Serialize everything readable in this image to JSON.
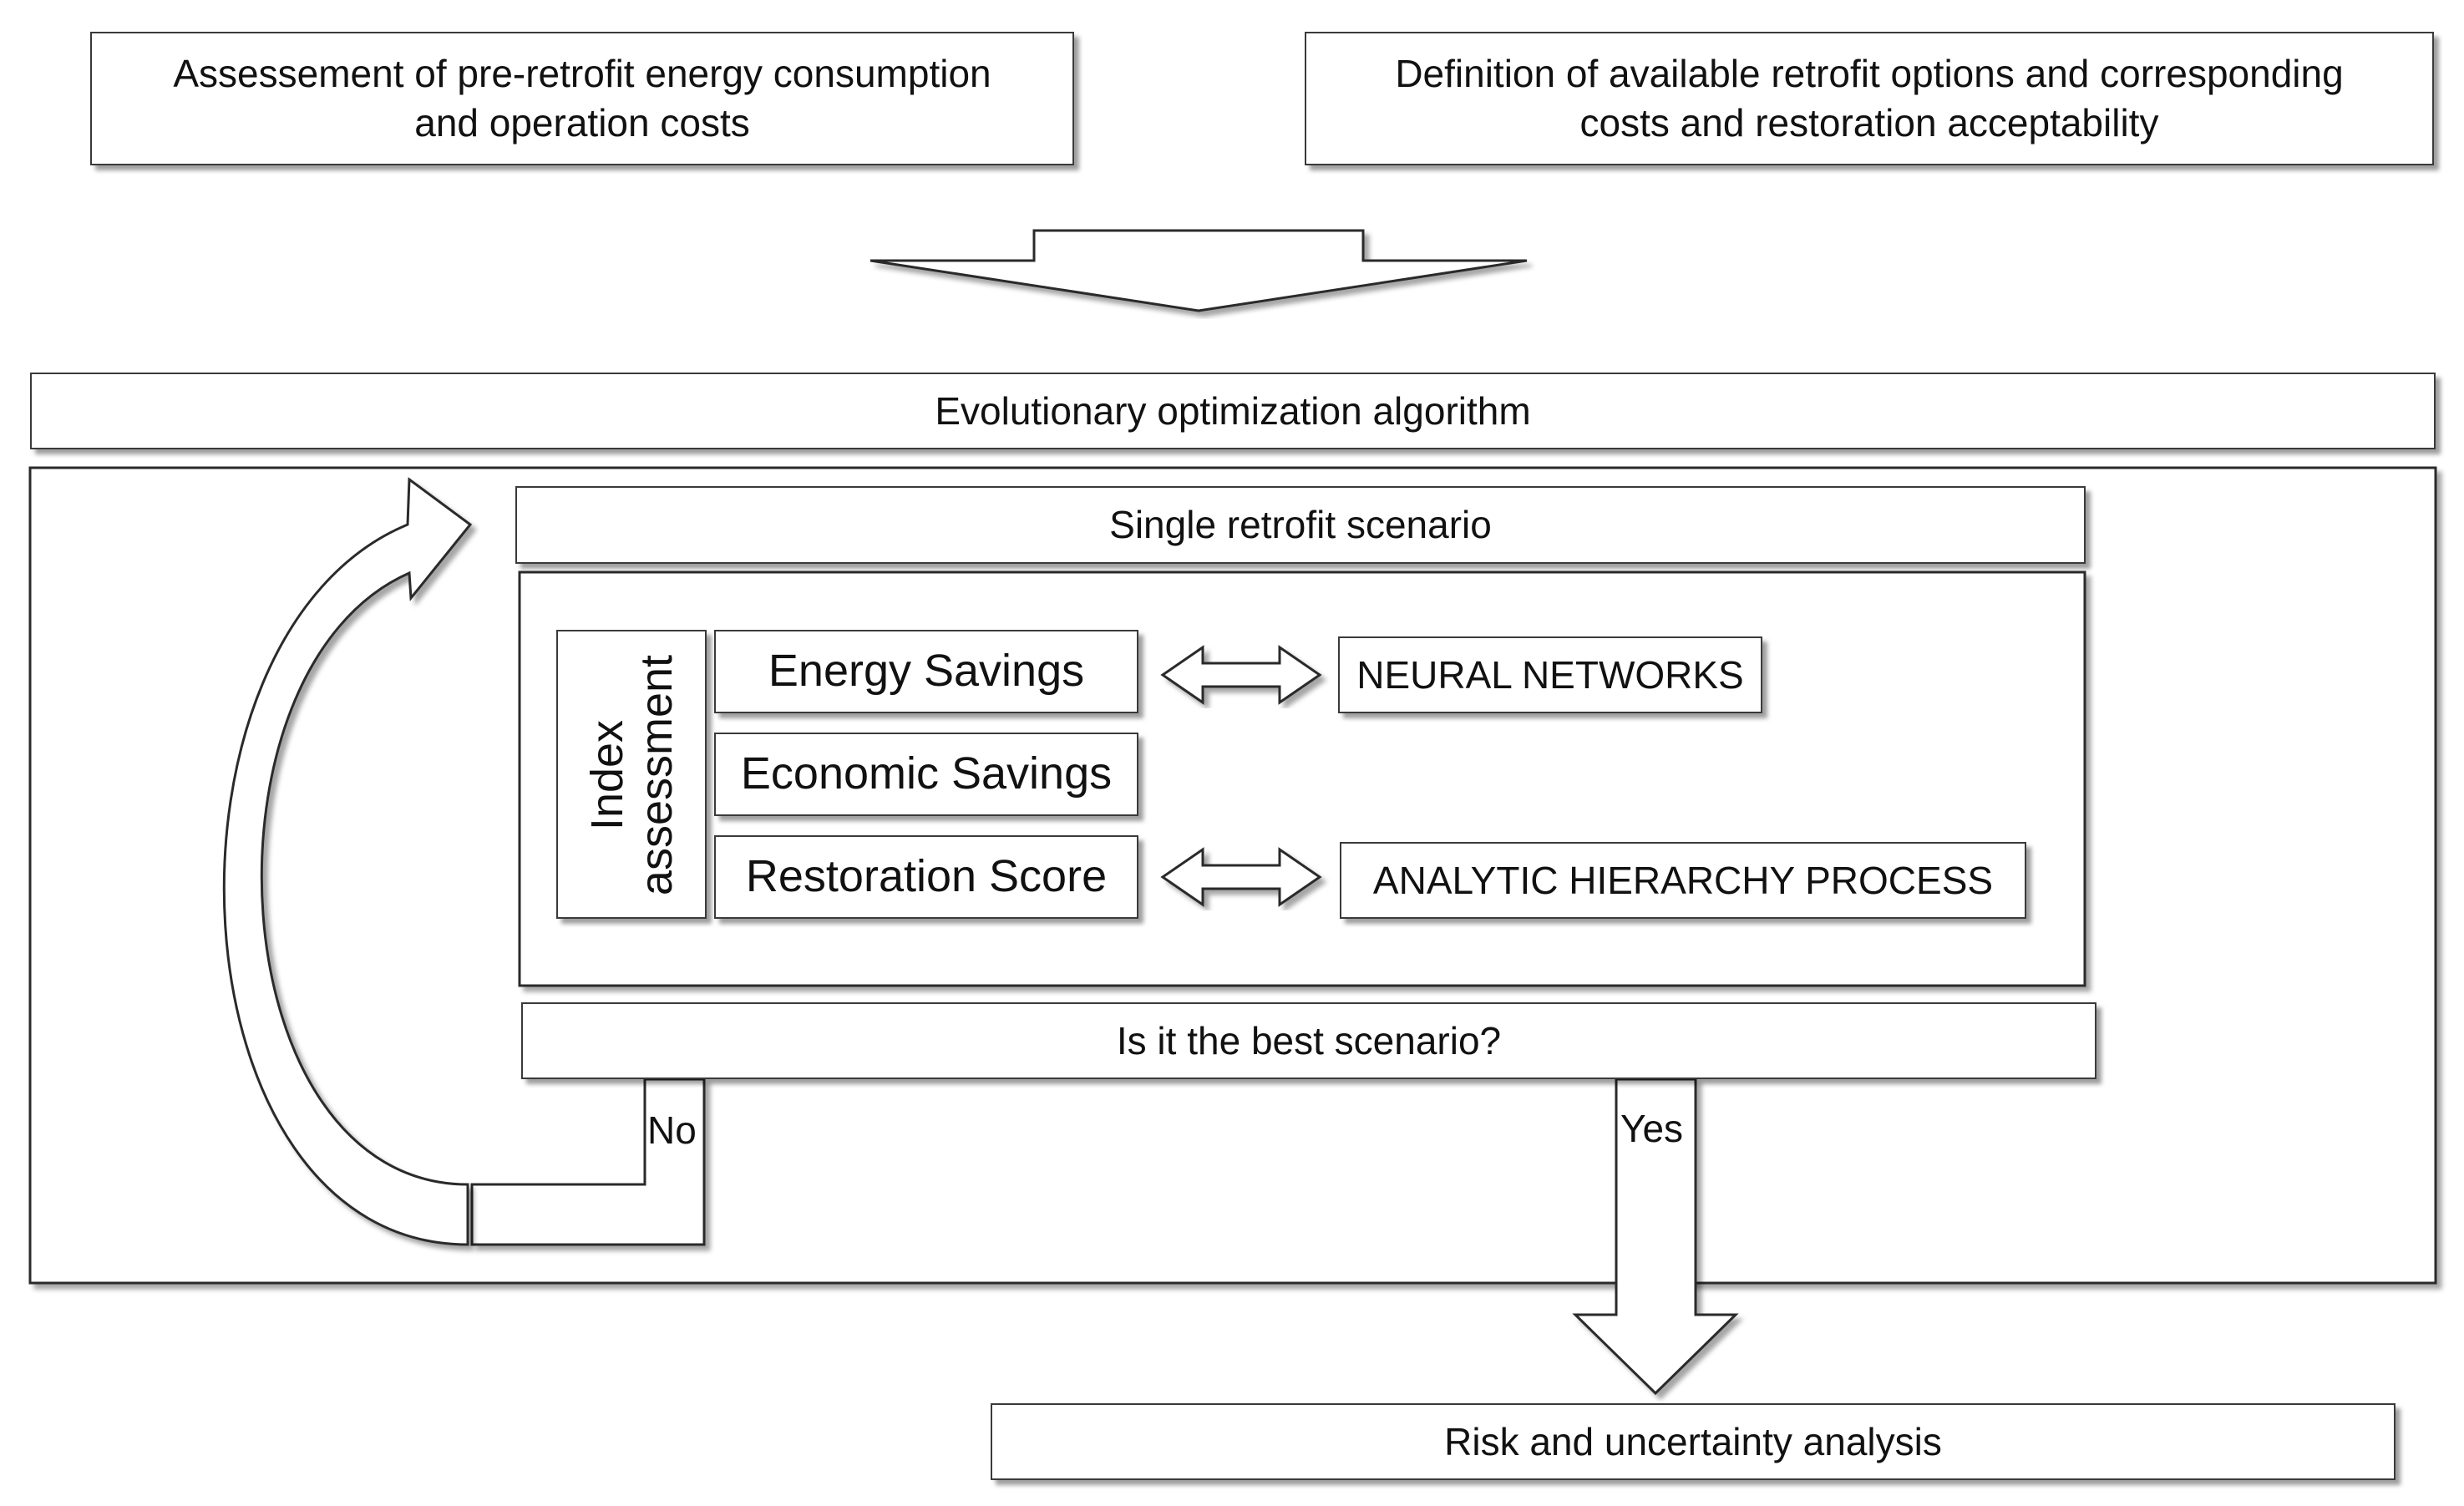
{
  "top_boxes": {
    "pre_retrofit": "Assessement of pre-retrofit energy consumption\nand operation costs",
    "retrofit_options": "Definition of available retrofit options and corresponding\ncosts and  restoration acceptability"
  },
  "algorithm_box": "Evolutionary optimization algorithm",
  "scenario_box": "Single retrofit scenario",
  "index_assessment": {
    "label": "Index\nassessment",
    "energy_savings": "Energy Savings",
    "economic_savings": "Economic Savings",
    "restoration_score": "Restoration Score"
  },
  "methods": {
    "neural_networks": "NEURAL NETWORKS",
    "ahp": "ANALYTIC HIERARCHY PROCESS"
  },
  "decision_box": "Is it the best scenario?",
  "branches": {
    "no": "No",
    "yes": "Yes"
  },
  "final_box": "Risk and uncertainty analysis",
  "colors": {
    "border": "#3a3a3a",
    "background": "#ffffff",
    "text": "#111111"
  }
}
